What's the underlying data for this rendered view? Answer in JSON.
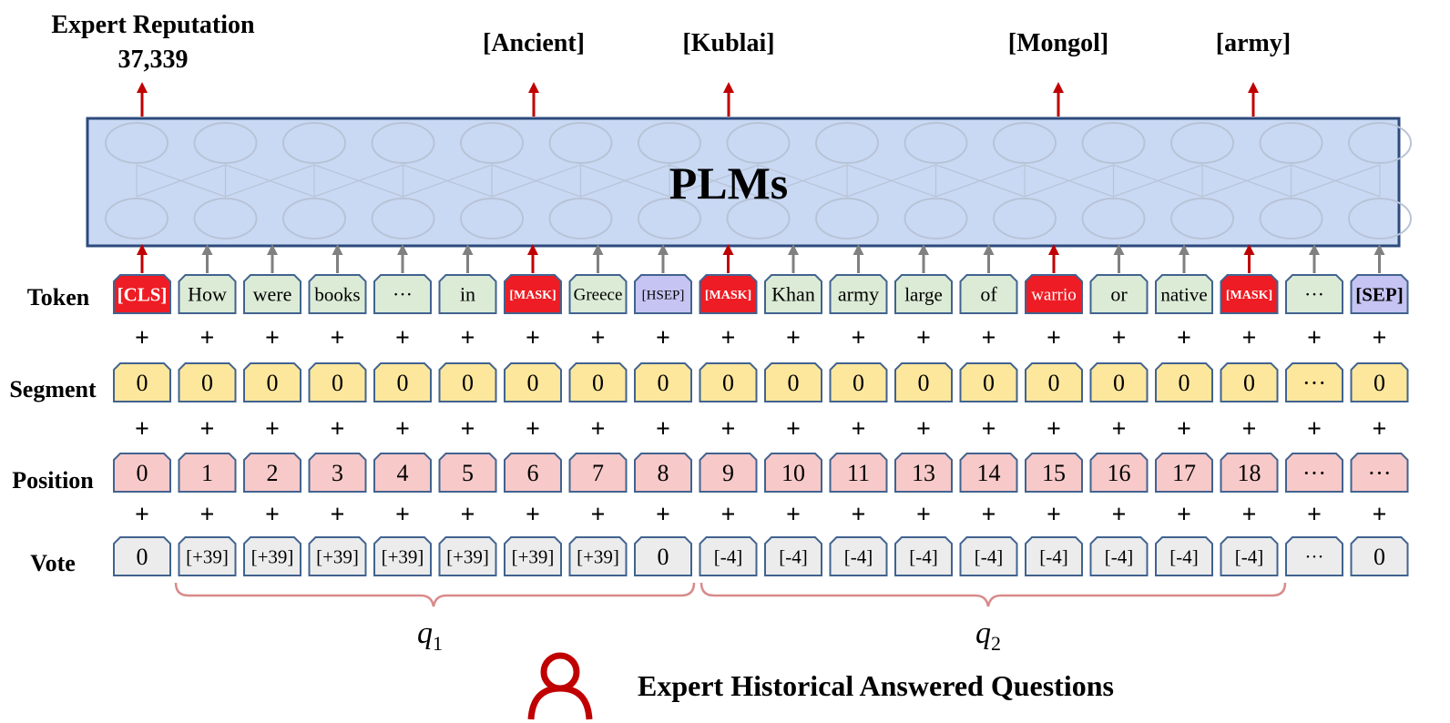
{
  "output": {
    "reputation_title": "Expert Reputation",
    "reputation_value": "37,339",
    "labels": [
      "[Ancient]",
      "[Kublai]",
      "[Mongol]",
      "[army]"
    ]
  },
  "model": {
    "label": "PLMs"
  },
  "rows": {
    "token": "Token",
    "segment": "Segment",
    "position": "Position",
    "vote": "Vote"
  },
  "tokens": [
    {
      "text": "[CLS]",
      "kind": "cls"
    },
    {
      "text": "How",
      "kind": "word"
    },
    {
      "text": "were",
      "kind": "word"
    },
    {
      "text": "books",
      "kind": "word"
    },
    {
      "text": "···",
      "kind": "word"
    },
    {
      "text": "in",
      "kind": "word"
    },
    {
      "text": "[MASK]",
      "kind": "mask"
    },
    {
      "text": "Greece",
      "kind": "word"
    },
    {
      "text": "[HSEP]",
      "kind": "sep"
    },
    {
      "text": "[MASK]",
      "kind": "mask"
    },
    {
      "text": "Khan",
      "kind": "word"
    },
    {
      "text": "army",
      "kind": "word"
    },
    {
      "text": "large",
      "kind": "word"
    },
    {
      "text": "of",
      "kind": "word"
    },
    {
      "text": "warrio",
      "kind": "mask"
    },
    {
      "text": "or",
      "kind": "word"
    },
    {
      "text": "native",
      "kind": "word"
    },
    {
      "text": "[MASK]",
      "kind": "mask"
    },
    {
      "text": "···",
      "kind": "word"
    },
    {
      "text": "[SEP]",
      "kind": "sepbold"
    }
  ],
  "segments": [
    "0",
    "0",
    "0",
    "0",
    "0",
    "0",
    "0",
    "0",
    "0",
    "0",
    "0",
    "0",
    "0",
    "0",
    "0",
    "0",
    "0",
    "0",
    "···",
    "0"
  ],
  "positions": [
    "0",
    "1",
    "2",
    "3",
    "4",
    "5",
    "6",
    "7",
    "8",
    "9",
    "10",
    "11",
    "13",
    "14",
    "15",
    "16",
    "17",
    "18",
    "···",
    "···"
  ],
  "votes": [
    "0",
    "[+39]",
    "[+39]",
    "[+39]",
    "[+39]",
    "[+39]",
    "[+39]",
    "[+39]",
    "0",
    "[-4]",
    "[-4]",
    "[-4]",
    "[-4]",
    "[-4]",
    "[-4]",
    "[-4]",
    "[-4]",
    "[-4]",
    "···",
    "0"
  ],
  "plus": "+",
  "groups": [
    {
      "label": "q",
      "subscript": "1"
    },
    {
      "label": "q",
      "subscript": "2"
    }
  ],
  "footer": {
    "title": "Expert Historical Answered Questions",
    "icon": "person-icon"
  },
  "colors": {
    "model_fill": "#c9d9f4",
    "model_border": "#2c4a7c",
    "token_fill": "#dcebd6",
    "mask_fill": "#ee1c24",
    "sep_fill": "#c6c4f2",
    "segment_fill": "#fde79c",
    "position_fill": "#f7c9c9",
    "vote_fill": "#ececec",
    "cell_border": "#41638f",
    "red_arrow": "#c00000",
    "gray_arrow": "#808080",
    "brace": "#d98a8a",
    "person": "#c00000"
  }
}
